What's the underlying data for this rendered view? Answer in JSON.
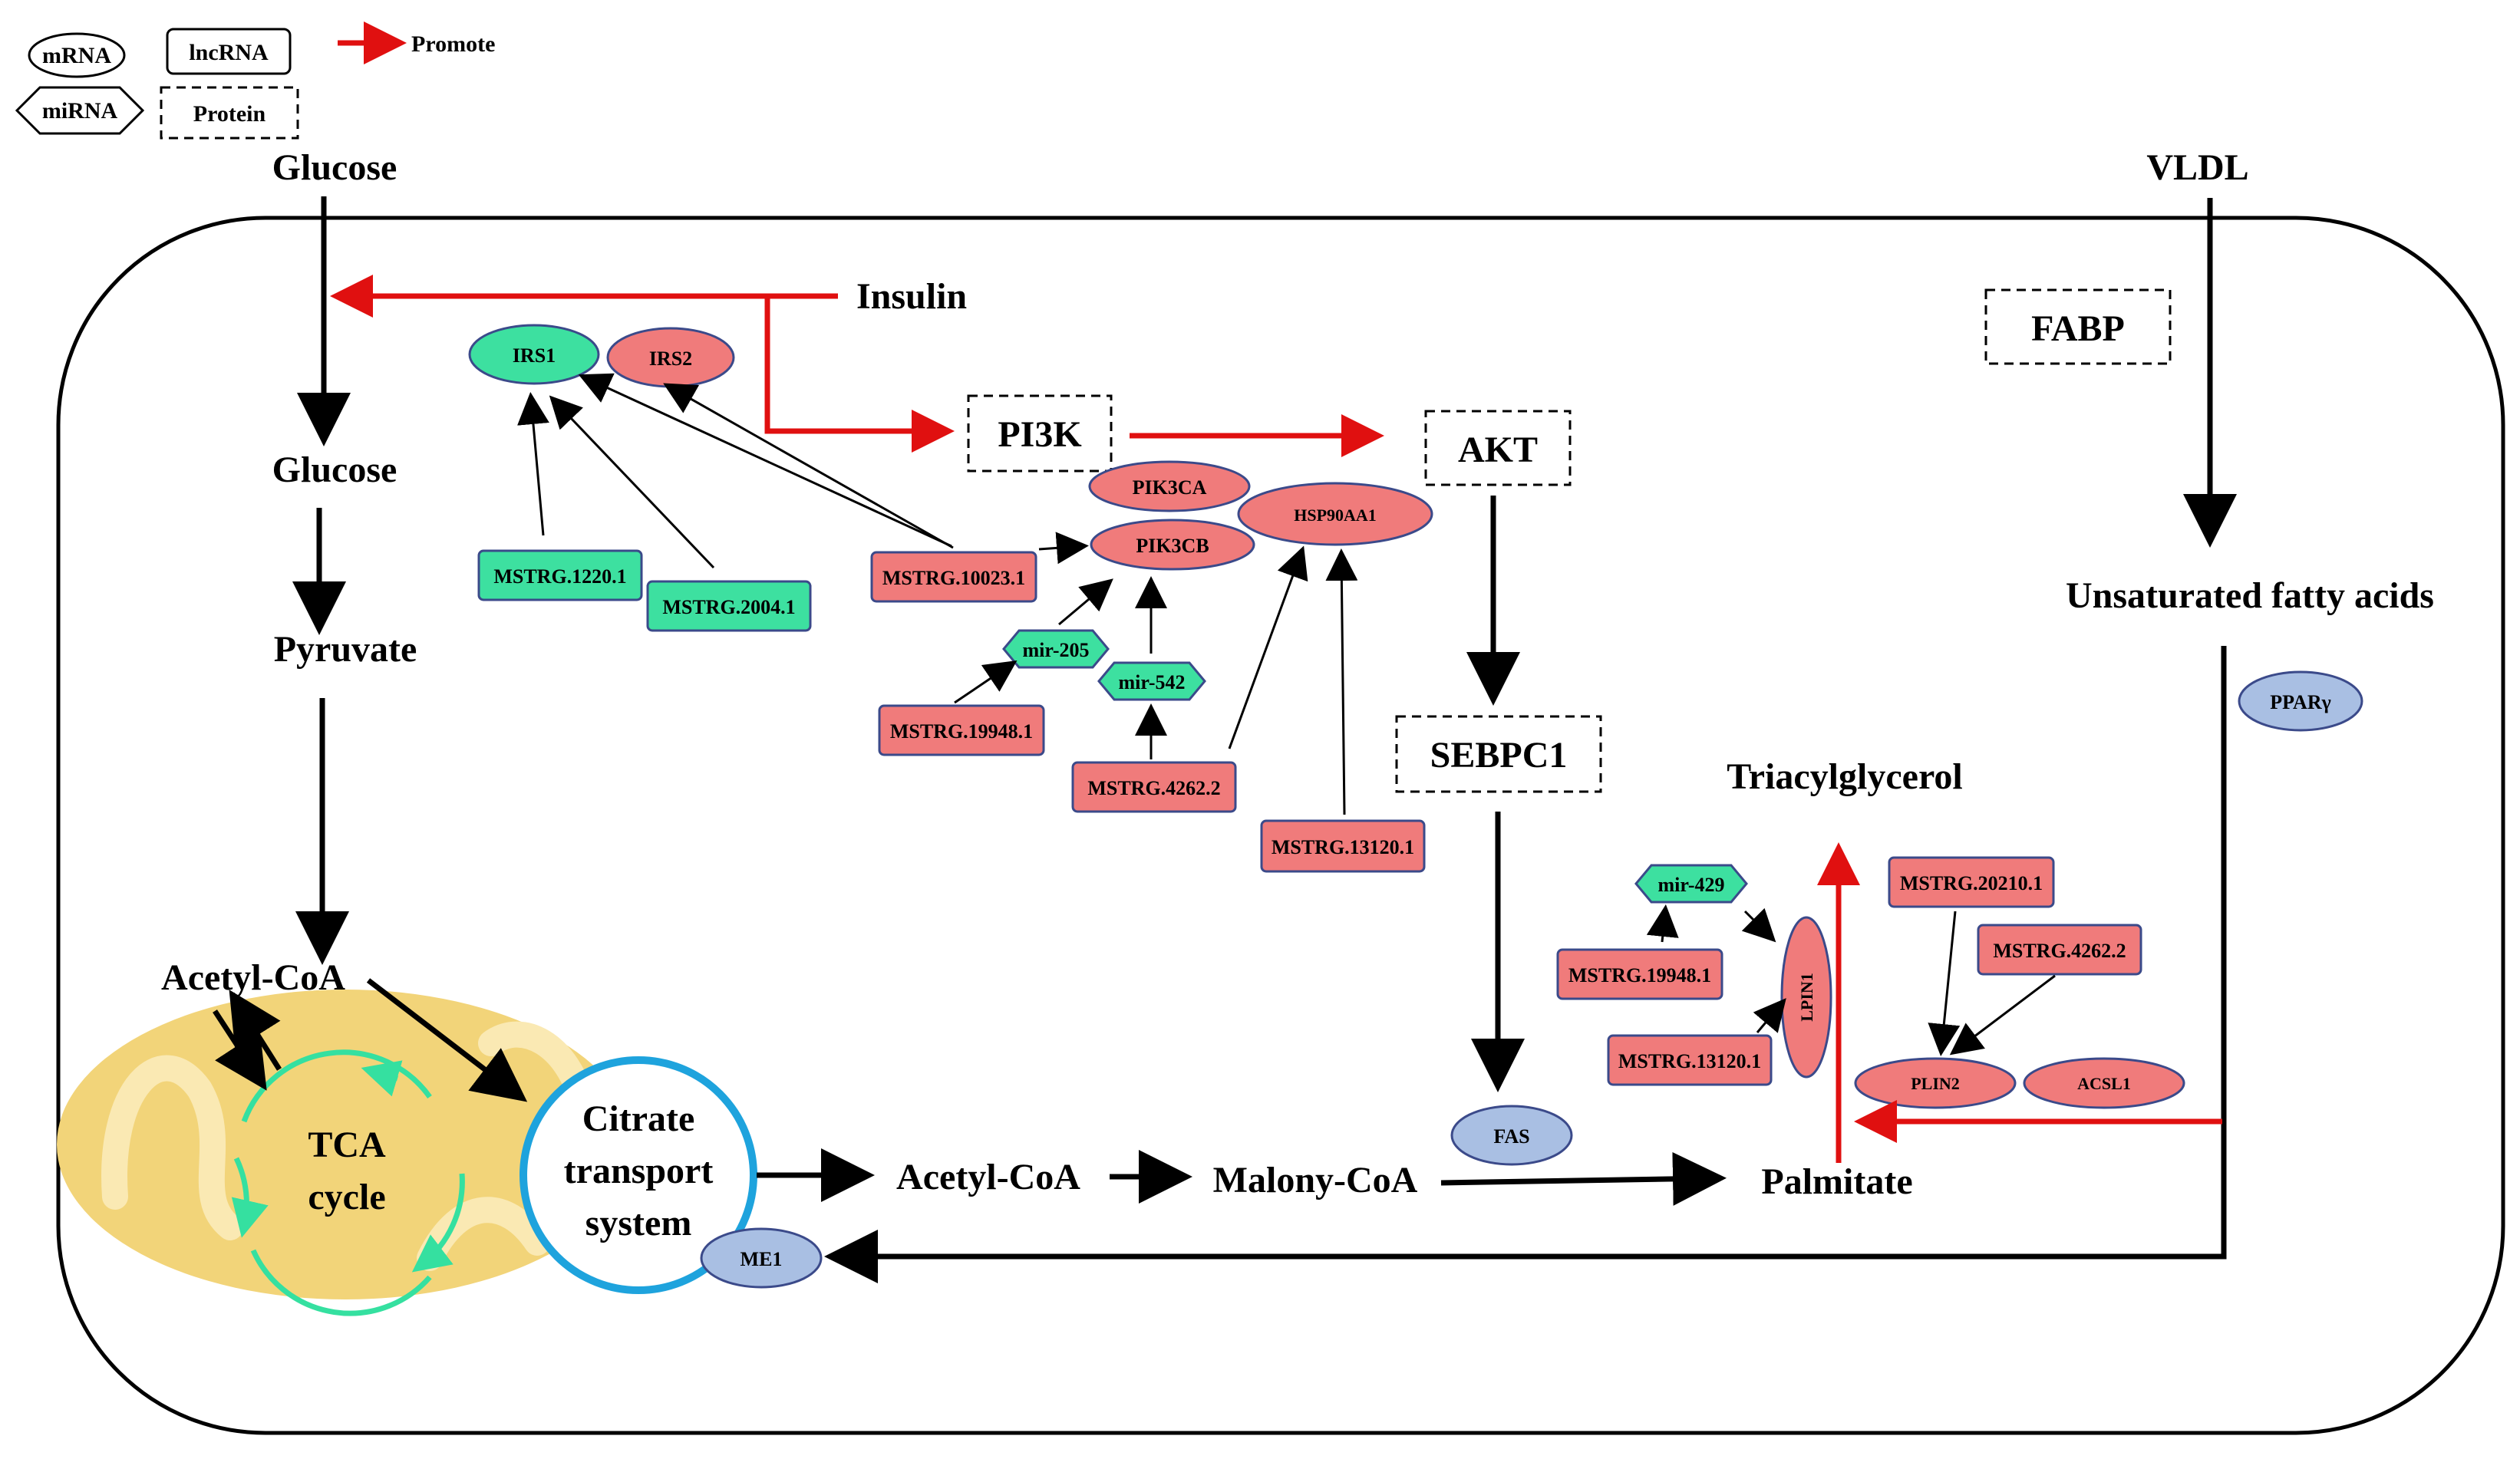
{
  "legend": {
    "mrna": "mRNA",
    "lncrna": "lncRNA",
    "mirna": "miRNA",
    "protein": "Protein",
    "promote": "Promote"
  },
  "labels": {
    "glucose_out": "Glucose",
    "vldl": "VLDL",
    "insulin": "Insulin",
    "glucose_in": "Glucose",
    "pyruvate": "Pyruvate",
    "acetylcoa_mito": "Acetyl-CoA",
    "tca_line1": "TCA",
    "tca_line2": "cycle",
    "citrate_line1": "Citrate",
    "citrate_line2": "transport",
    "citrate_line3": "system",
    "acetylcoa": "Acetyl-CoA",
    "malonycoa": "Malony-CoA",
    "palmitate": "Palmitate",
    "triacylglycerol": "Triacylglycerol",
    "ufa": "Unsaturated fatty acids"
  },
  "proteins": {
    "pi3k": "PI3K",
    "akt": "AKT",
    "sebpc1": "SEBPC1",
    "fabp": "FABP"
  },
  "genes": {
    "irs1": "IRS1",
    "irs2": "IRS2",
    "pik3ca": "PIK3CA",
    "pik3cb": "PIK3CB",
    "hsp90aa1": "HSP90AA1",
    "ppar": "PPARγ",
    "fas": "FAS",
    "me1": "ME1",
    "lpin1": "LPIN1",
    "plin2": "PLIN2",
    "acsl1": "ACSL1"
  },
  "lncrnas": {
    "m1220": "MSTRG.1220.1",
    "m2004": "MSTRG.2004.1",
    "m10023": "MSTRG.10023.1",
    "m19948a": "MSTRG.19948.1",
    "m4262a": "MSTRG.4262.2",
    "m13120a": "MSTRG.13120.1",
    "m20210": "MSTRG.20210.1",
    "m4262b": "MSTRG.4262.2",
    "m19948b": "MSTRG.19948.1",
    "m13120b": "MSTRG.13120.1"
  },
  "mirnas": {
    "mir205": "mir-205",
    "mir542": "mir-542",
    "mir429": "mir-429"
  },
  "colors": {
    "red_node": "#f07b7b",
    "green_node": "#3de0a0",
    "blue_node": "#a9bfe3",
    "promote_arrow": "#e01010",
    "mito": "#f2d479",
    "citrate_ring": "#1ea3dd",
    "tca_ring": "#35e0a0"
  }
}
